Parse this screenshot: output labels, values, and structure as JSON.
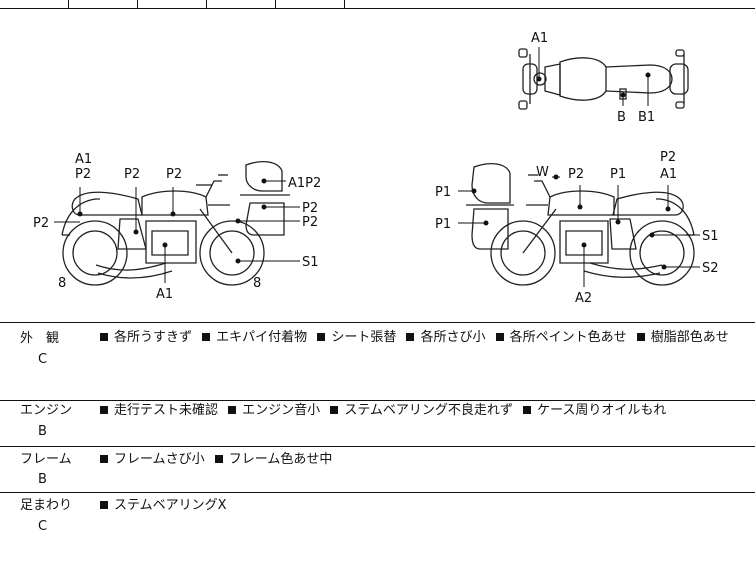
{
  "diagram": {
    "top_view": {
      "labels": [
        "A1",
        "B",
        "B1"
      ]
    },
    "left_side": {
      "labels": [
        "A1",
        "P2",
        "P2",
        "P2",
        "P2",
        "A1P2",
        "P2",
        "P2",
        "S1",
        "8",
        "A1",
        "8"
      ]
    },
    "right_side": {
      "labels": [
        "P2",
        "W",
        "P2",
        "P1",
        "A1",
        "P1",
        "P1",
        "S1",
        "S2",
        "A2"
      ]
    }
  },
  "rows": [
    {
      "category": "外　観",
      "grade": "C",
      "items": [
        "各所うすきず",
        "エキパイ付着物",
        "シート張替",
        "各所さび小",
        "各所ペイント色あせ",
        "樹脂部色あせ"
      ]
    },
    {
      "category": "エンジン",
      "grade": "B",
      "items": [
        "走行テスト未確認",
        "エンジン音小",
        "ステムベアリング不良走れず",
        "ケース周りオイルもれ"
      ]
    },
    {
      "category": "フレーム",
      "grade": "B",
      "items": [
        "フレームさび小",
        "フレーム色あせ中"
      ]
    },
    {
      "category": "足まわり",
      "grade": "C",
      "items": [
        "ステムベアリングX"
      ]
    }
  ]
}
